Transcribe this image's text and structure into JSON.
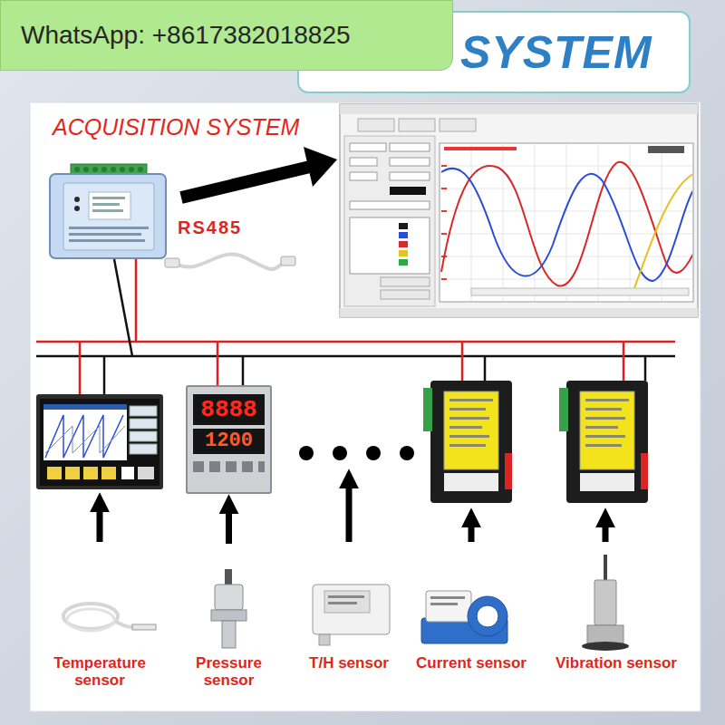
{
  "diagram": {
    "nodes": [
      {
        "text": [
          "WhatsApp: +8617382018825"
        ]
      },
      {
        "text": [
          "SYSTEM"
        ]
      },
      {
        "text": [
          "8888",
          "1200"
        ]
      },
      {
        "text": [
          "Temperature sensor"
        ]
      },
      {
        "text": [
          "Pressure sensor"
        ]
      },
      {
        "text": [
          "T/H sensor"
        ]
      },
      {
        "text": [
          "Current sensor"
        ]
      },
      {
        "text": [
          "Vibration sensor"
        ]
      }
    ],
    "edges": [
      {
        "from": 4,
        "to": 2,
        "arrow": "to"
      }
    ],
    "labels": [
      "ACQUISITION SYSTEM",
      "RS485"
    ]
  }
}
